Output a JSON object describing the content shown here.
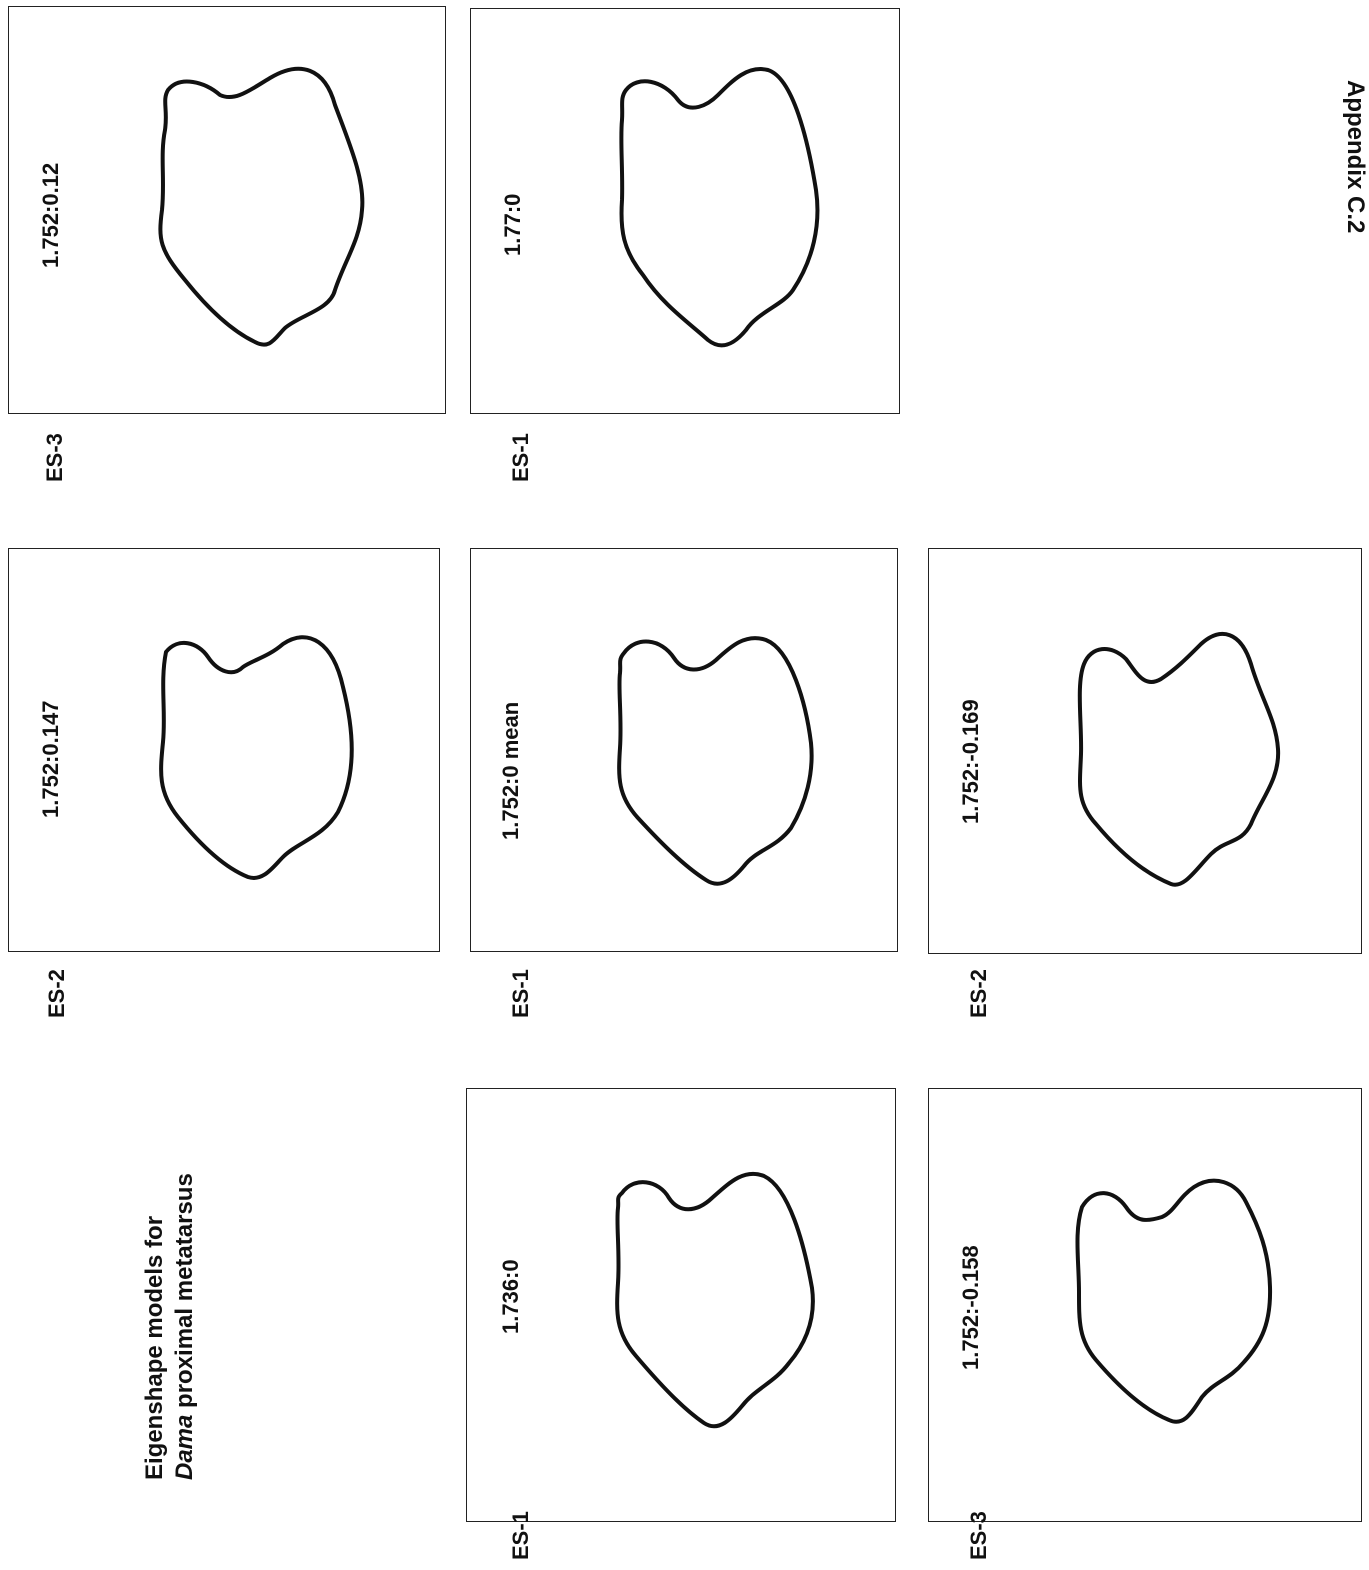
{
  "title": {
    "line1": "Eigenshape models for",
    "line2_italic": "Dama",
    "line2_rest": " proximal metatarsus"
  },
  "appendix_label": "Appendix C.2",
  "panels": [
    {
      "id": "p1",
      "value_label": "1.752:0.12",
      "es_label": "ES-3"
    },
    {
      "id": "p2",
      "value_label": "1.77:0",
      "es_label": "ES-1"
    },
    {
      "id": "p3",
      "value_label": "1.752:0.147",
      "es_label": "ES-2"
    },
    {
      "id": "p4",
      "value_label": "1.752:0  mean",
      "es_label": "ES-1"
    },
    {
      "id": "p5",
      "value_label": "1.752:-0.169",
      "es_label": "ES-2"
    },
    {
      "id": "p6",
      "value_label": "1.736:0",
      "es_label": "ES-1"
    },
    {
      "id": "p7",
      "value_label": "1.752:-0.158",
      "es_label": "ES-3"
    }
  ]
}
